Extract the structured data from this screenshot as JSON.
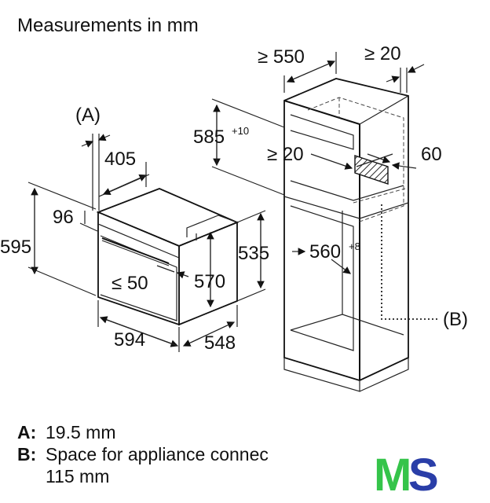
{
  "title": "Measurements in mm",
  "labels": {
    "A_marker": "(A)",
    "B_marker": "(B)",
    "w_405": "405",
    "h_96": "96",
    "h_595": "595",
    "le_50": "≤ 50",
    "h_570": "570",
    "h_535": "535",
    "w_594": "594",
    "d_548": "548",
    "ge_550": "≥ 550",
    "ge_20_top": "≥ 20",
    "h_585": "585",
    "h_585_tol": "+10",
    "ge_20_mid": "≥ 20",
    "d_60": "60",
    "h_560": "560",
    "h_560_tol": "+8"
  },
  "notes": {
    "a_key": "A:",
    "a_text": "19.5 mm",
    "b_key": "B:",
    "b_text_line1": "Space for appliance connec",
    "b_text_line2": "115 mm"
  },
  "logo": {
    "m": "M",
    "s": "S",
    "m_color": "#35c44a",
    "s_color": "#2a3ea8"
  }
}
